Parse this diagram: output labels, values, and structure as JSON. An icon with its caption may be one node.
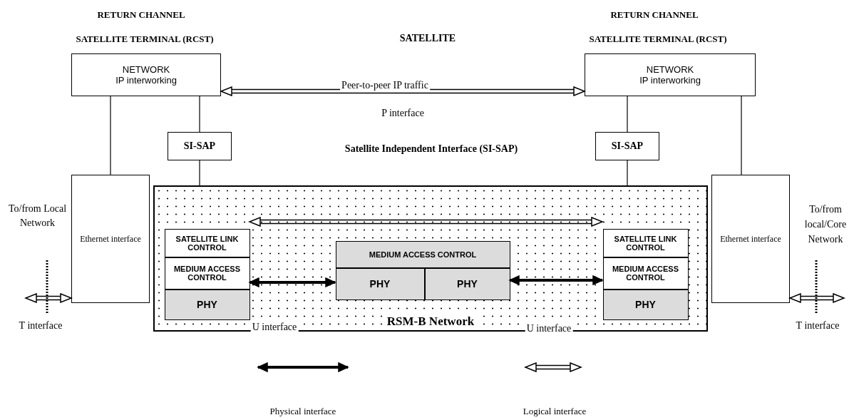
{
  "diagram": {
    "nodes": [
      {
        "text": [
          "NETWORK",
          "IP interworking"
        ]
      },
      {
        "text": [
          "NETWORK",
          "IP  interworking"
        ]
      },
      {
        "text": [
          "SI-SAP"
        ]
      },
      {
        "text": [
          "SI-SAP"
        ]
      },
      {
        "text": [
          "Ethernet interface"
        ]
      },
      {
        "text": [
          "Ethernet interface"
        ]
      },
      {
        "text": [
          "RSM-B Network"
        ]
      },
      {
        "text": [
          "SATELLITE LINK CONTROL"
        ],
        "in": 6
      },
      {
        "text": [
          "MEDIUM ACCESS CONTROL"
        ],
        "in": 6
      },
      {
        "text": [
          "PHY"
        ],
        "in": 6
      },
      {
        "text": [
          "MEDIUM ACCESS CONTROL"
        ],
        "in": 6
      },
      {
        "text": [
          "PHY"
        ],
        "in": 6
      },
      {
        "text": [
          "PHY"
        ],
        "in": 6
      },
      {
        "text": [
          "SATELLITE LINK CONTROL"
        ],
        "in": 6
      },
      {
        "text": [
          "MEDIUM ACCESS CONTROL"
        ],
        "in": 6
      },
      {
        "text": [
          "PHY"
        ],
        "in": 6
      }
    ],
    "edges": [
      {
        "from": 0,
        "to": 1,
        "arrow": "both",
        "label": "Peer-to-peer IP traffic"
      },
      {
        "from": 0,
        "to": 2,
        "arrow": "none"
      },
      {
        "from": 2,
        "to": 6,
        "arrow": "none"
      },
      {
        "from": 0,
        "to": 4,
        "arrow": "none"
      },
      {
        "from": 1,
        "to": 3,
        "arrow": "none"
      },
      {
        "from": 3,
        "to": 6,
        "arrow": "none"
      },
      {
        "from": 1,
        "to": 5,
        "arrow": "none"
      },
      {
        "from": 7,
        "to": 13,
        "arrow": "both"
      },
      {
        "from": 9,
        "to": 11,
        "arrow": "both",
        "style": "thick",
        "label": "U interface"
      },
      {
        "from": 12,
        "to": 15,
        "arrow": "both",
        "style": "thick",
        "label": "U interface"
      },
      {
        "from": null,
        "to": 4,
        "arrow": "both"
      },
      {
        "from": 5,
        "to": null,
        "arrow": "both"
      }
    ],
    "labels": [
      "RETURN CHANNEL",
      "SATELLITE TERMINAL (RCST)",
      "SATELLITE",
      "RETURN CHANNEL",
      "SATELLITE TERMINAL (RCST)",
      "P interface",
      "Satellite Independent Interface (SI-SAP)",
      "To/from Local Network",
      "To/from local/Core Network",
      "T interface",
      "T interface"
    ],
    "legend": [
      {
        "text": "Physical interface"
      },
      {
        "text": "Logical interface"
      }
    ]
  }
}
